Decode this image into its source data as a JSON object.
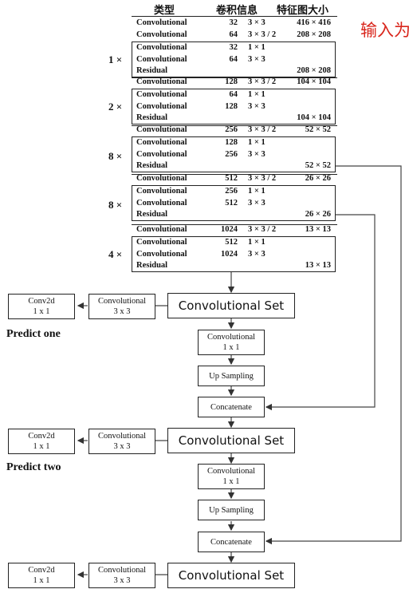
{
  "headers": {
    "type": "类型",
    "info": "卷积信息",
    "size": "特征图大小"
  },
  "side_note": "输入为",
  "rows": [
    {
      "type": "Convolutional",
      "filters": "32",
      "size": "3 × 3",
      "output": "416 × 416"
    },
    {
      "type": "Convolutional",
      "filters": "64",
      "size": "3 × 3 / 2",
      "output": "208 × 208"
    },
    {
      "type": "Convolutional",
      "filters": "32",
      "size": "1 × 1",
      "output": ""
    },
    {
      "type": "Convolutional",
      "filters": "64",
      "size": "3 × 3",
      "output": ""
    },
    {
      "type": "Residual",
      "filters": "",
      "size": "",
      "output": "208 × 208"
    },
    {
      "type": "Convolutional",
      "filters": "128",
      "size": "3 × 3 / 2",
      "output": "104 × 104"
    },
    {
      "type": "Convolutional",
      "filters": "64",
      "size": "1 × 1",
      "output": ""
    },
    {
      "type": "Convolutional",
      "filters": "128",
      "size": "3 × 3",
      "output": ""
    },
    {
      "type": "Residual",
      "filters": "",
      "size": "",
      "output": "104 × 104"
    },
    {
      "type": "Convolutional",
      "filters": "256",
      "size": "3 × 3 / 2",
      "output": "52 × 52"
    },
    {
      "type": "Convolutional",
      "filters": "128",
      "size": "1 × 1",
      "output": ""
    },
    {
      "type": "Convolutional",
      "filters": "256",
      "size": "3 × 3",
      "output": ""
    },
    {
      "type": "Residual",
      "filters": "",
      "size": "",
      "output": "52 × 52"
    },
    {
      "type": "Convolutional",
      "filters": "512",
      "size": "3 × 3 / 2",
      "output": "26 × 26"
    },
    {
      "type": "Convolutional",
      "filters": "256",
      "size": "1 × 1",
      "output": ""
    },
    {
      "type": "Convolutional",
      "filters": "512",
      "size": "3 × 3",
      "output": ""
    },
    {
      "type": "Residual",
      "filters": "",
      "size": "",
      "output": "26 × 26"
    },
    {
      "type": "Convolutional",
      "filters": "1024",
      "size": "3 × 3 / 2",
      "output": "13 × 13"
    },
    {
      "type": "Convolutional",
      "filters": "512",
      "size": "1 × 1",
      "output": ""
    },
    {
      "type": "Convolutional",
      "filters": "1024",
      "size": "3 × 3",
      "output": ""
    },
    {
      "type": "Residual",
      "filters": "",
      "size": "",
      "output": "13 × 13"
    }
  ],
  "multipliers": [
    "1 ×",
    "2 ×",
    "8 ×",
    "8 ×",
    "4 ×"
  ],
  "flow": {
    "conv_set": "Convolutional  Set",
    "conv3_l1": "Convolutional",
    "conv3_l2": "3 x 3",
    "conv2d_l1": "Conv2d",
    "conv2d_l2": "1 x 1",
    "conv1_l1": "Convolutional",
    "conv1_l2": "1 x 1",
    "upsample": "Up Sampling",
    "concat": "Concatenate",
    "predict_one": "Predict one",
    "predict_two": "Predict two"
  }
}
